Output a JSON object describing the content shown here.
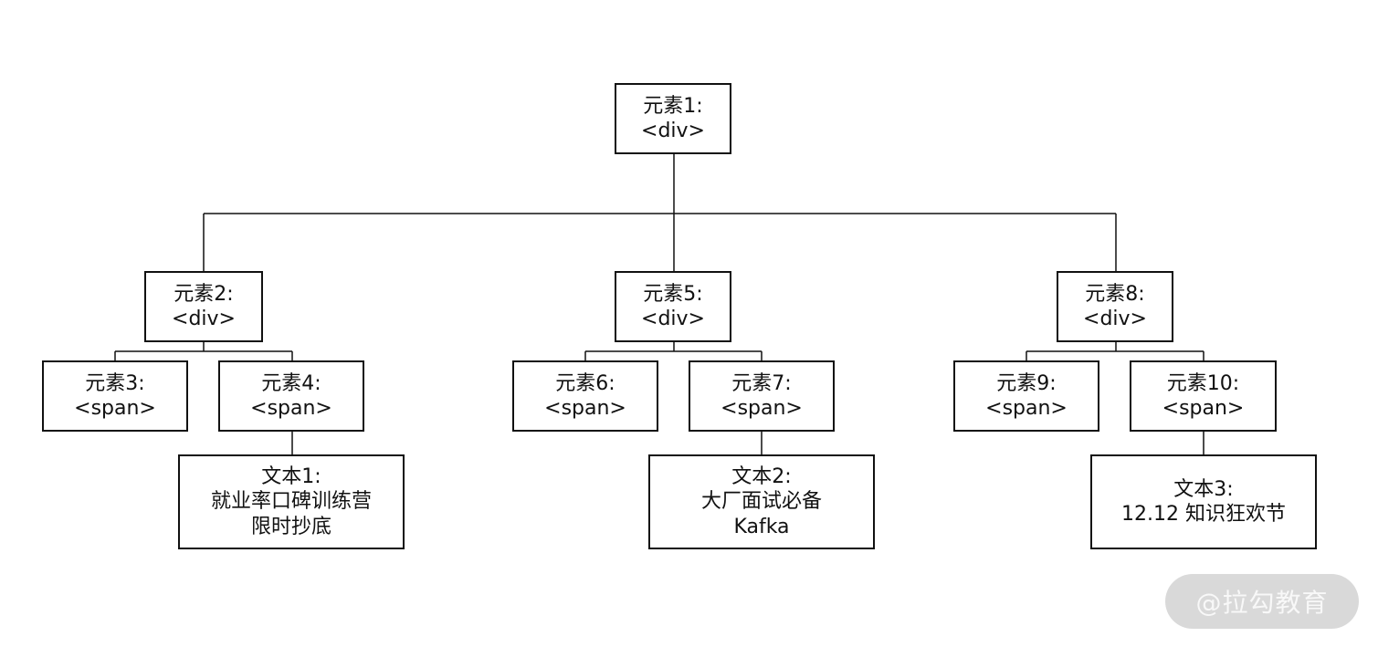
{
  "nodes": {
    "n1": {
      "label": "元素1:",
      "tag": "<div>"
    },
    "n2": {
      "label": "元素2:",
      "tag": "<div>"
    },
    "n3": {
      "label": "元素3:",
      "tag": "<span>"
    },
    "n4": {
      "label": "元素4:",
      "tag": "<span>"
    },
    "n5": {
      "label": "元素5:",
      "tag": "<div>"
    },
    "n6": {
      "label": "元素6:",
      "tag": "<span>"
    },
    "n7": {
      "label": "元素7:",
      "tag": "<span>"
    },
    "n8": {
      "label": "元素8:",
      "tag": "<div>"
    },
    "n9": {
      "label": "元素9:",
      "tag": "<span>"
    },
    "n10": {
      "label": "元素10:",
      "tag": "<span>"
    }
  },
  "texts": {
    "t1": {
      "label": "文本1:",
      "line1": "就业率口碑训练营",
      "line2": "限时抄底"
    },
    "t2": {
      "label": "文本2:",
      "line1": "大厂面试必备",
      "line2": "Kafka"
    },
    "t3": {
      "label": "文本3:",
      "line1": "12.12 知识狂欢节"
    }
  },
  "edges": [
    [
      "n1",
      "n2"
    ],
    [
      "n1",
      "n5"
    ],
    [
      "n1",
      "n8"
    ],
    [
      "n2",
      "n3"
    ],
    [
      "n2",
      "n4"
    ],
    [
      "n5",
      "n6"
    ],
    [
      "n5",
      "n7"
    ],
    [
      "n8",
      "n9"
    ],
    [
      "n8",
      "n10"
    ],
    [
      "n4",
      "t1"
    ],
    [
      "n7",
      "t2"
    ],
    [
      "n10",
      "t3"
    ]
  ],
  "watermark": "@拉勾教育",
  "colors": {
    "stroke": "#111111",
    "watermark_bg": "#d8d8d8",
    "watermark_text": "#f8f8f8"
  }
}
